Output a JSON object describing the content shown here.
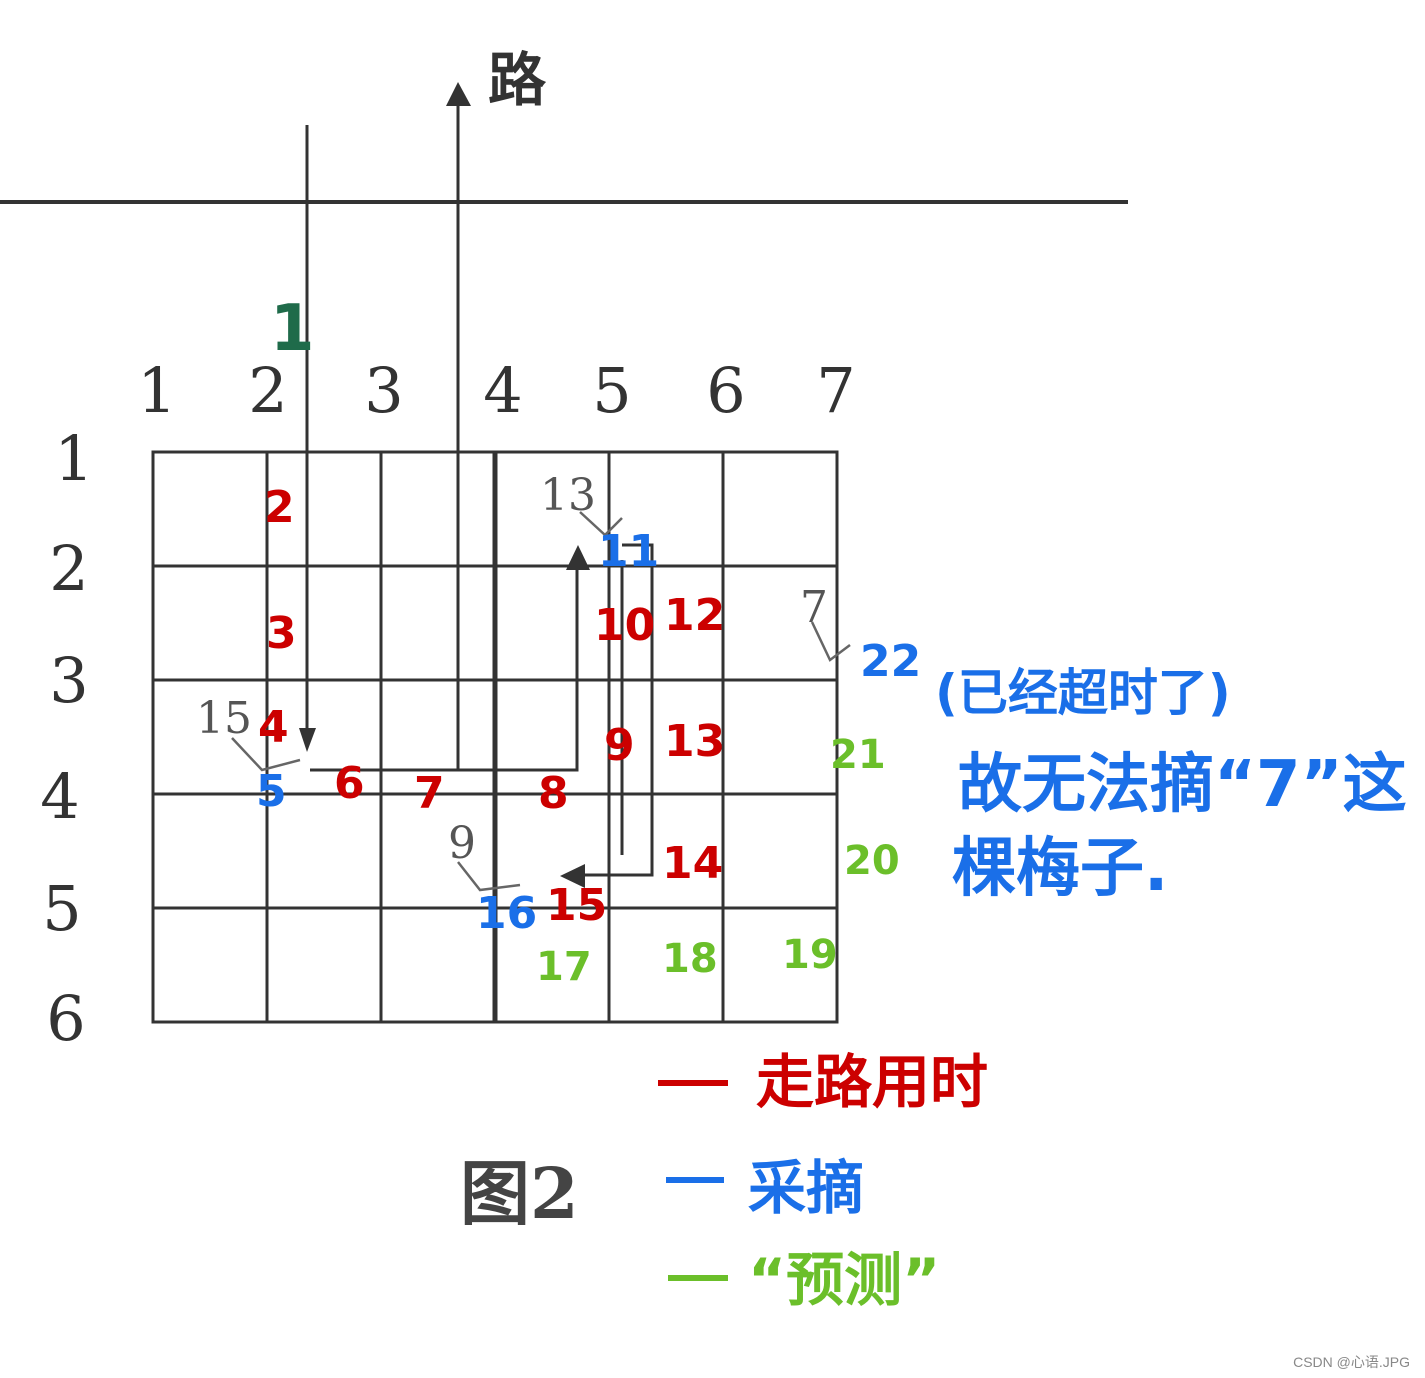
{
  "road_label": "路",
  "figure_caption": "图2",
  "column_numbers": [
    "1",
    "2",
    "3",
    "4",
    "5",
    "6",
    "7"
  ],
  "row_numbers": [
    "1",
    "2",
    "3",
    "4",
    "5",
    "6"
  ],
  "printed_time_labels": [
    "13",
    "7",
    "15",
    "9"
  ],
  "handwritten": {
    "start_time": "1",
    "walking_times": [
      "2",
      "3",
      "4",
      "6",
      "7",
      "8",
      "9",
      "10",
      "12",
      "13",
      "14",
      "15"
    ],
    "picking_times": [
      "5",
      "11",
      "16",
      "22"
    ],
    "predicted_times": [
      "17",
      "18",
      "19",
      "20",
      "21"
    ],
    "note_line1": "(已经超时了)",
    "note_line2": "故无法摘“7”这",
    "note_line3": "棵梅子."
  },
  "legend": {
    "items": [
      {
        "label": "走路用时",
        "color": "#cc0000"
      },
      {
        "label": "采摘",
        "color": "#1a6fe8"
      },
      {
        "label": "“预测”",
        "color": "#6bbf2a"
      }
    ]
  },
  "watermark": "CSDN @心语.JPG",
  "colors": {
    "walk": "#cc0000",
    "pick": "#1a6fe8",
    "predict": "#6bbf2a",
    "start": "#1f6b4a",
    "print": "#333333"
  }
}
